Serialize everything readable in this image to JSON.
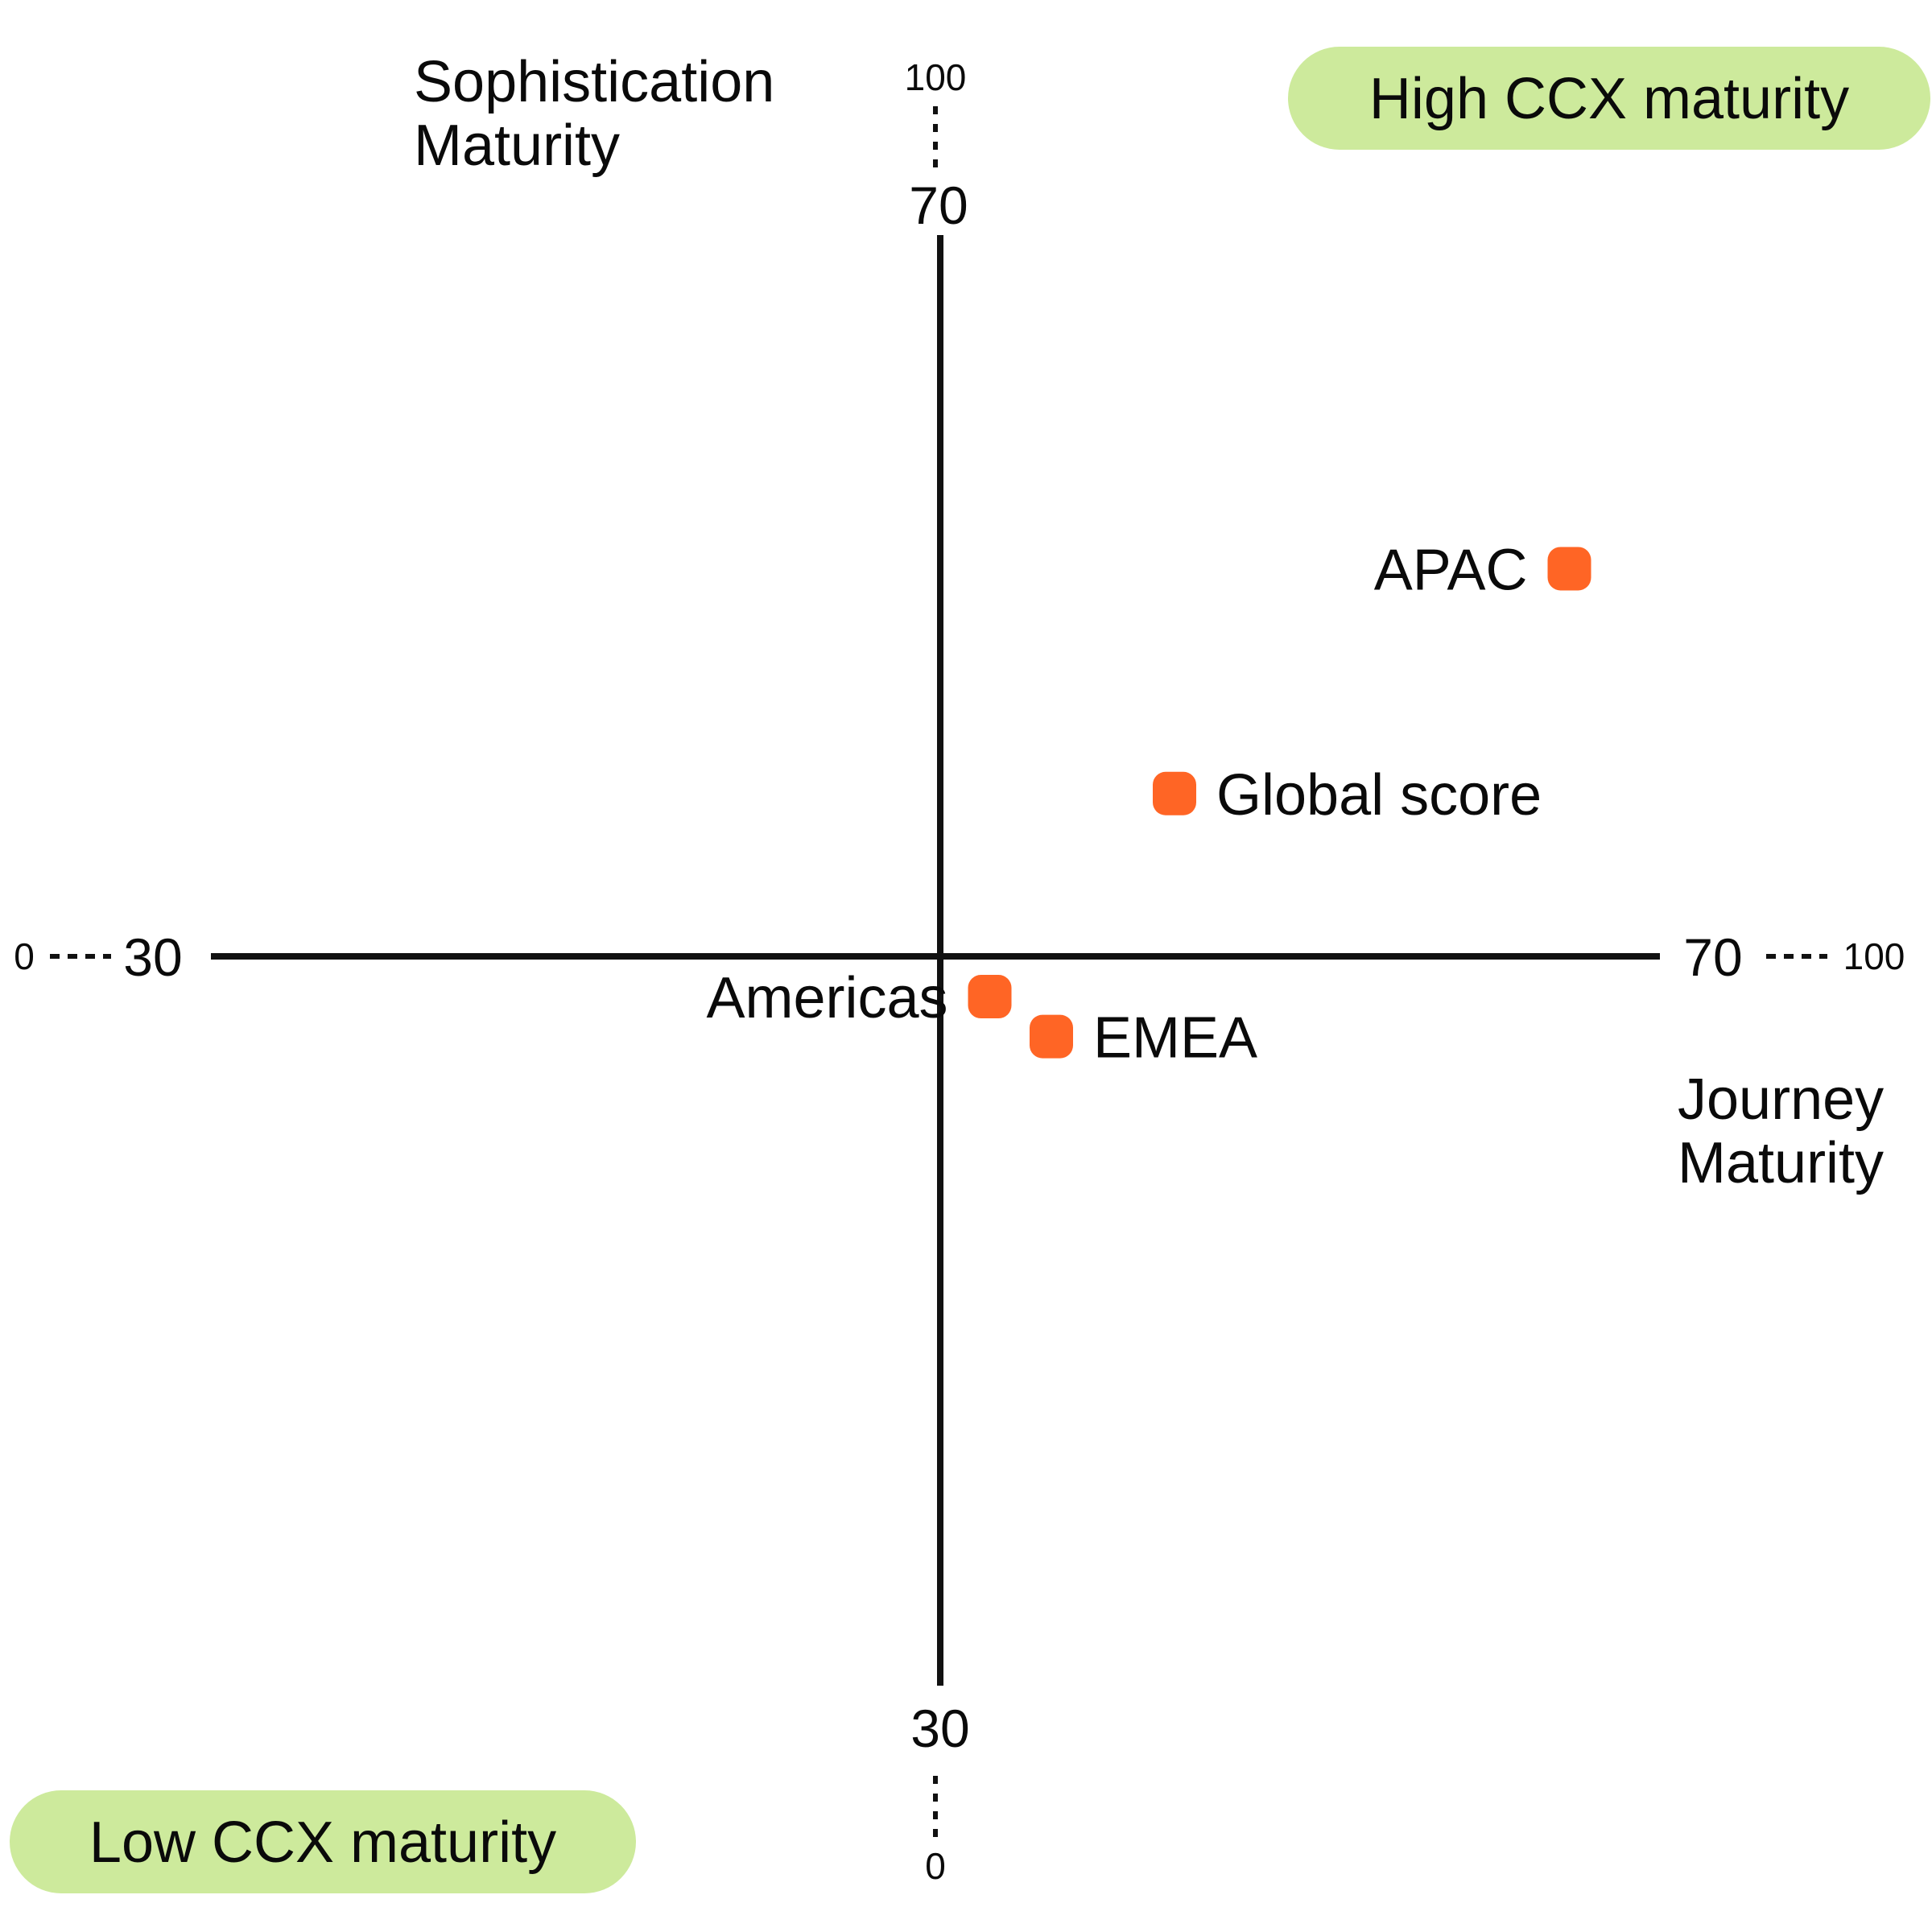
{
  "chart_data": {
    "type": "scatter",
    "title": "",
    "xlabel": "Journey Maturity",
    "ylabel": "Sophistication Maturity",
    "xlabel_lines": [
      "Journey",
      "Maturity"
    ],
    "ylabel_lines": [
      "Sophistication",
      "Maturity"
    ],
    "x_axis": {
      "range": [
        30,
        70
      ],
      "outer_min": 0,
      "outer_max": 100,
      "min_label": "30",
      "max_label": "70",
      "outer_min_label": "0",
      "outer_max_label": "100"
    },
    "y_axis": {
      "range": [
        30,
        70
      ],
      "outer_min": 0,
      "outer_max": 100,
      "min_label": "30",
      "max_label": "70",
      "outer_min_label": "0",
      "outer_max_label": "100"
    },
    "grid": false,
    "marker_color": "#FF6525",
    "points": [
      {
        "name": "APAC",
        "x": 67.5,
        "y": 60.8
      },
      {
        "name": "Global score",
        "x": 56.6,
        "y": 54.6
      },
      {
        "name": "Americas",
        "x": 51.5,
        "y": 49.0
      },
      {
        "name": "EMEA",
        "x": 53.2,
        "y": 47.9
      }
    ],
    "quadrant_labels": {
      "high": "High CCX maturity",
      "low": "Low CCX maturity",
      "color": "#CDEA9C"
    }
  }
}
